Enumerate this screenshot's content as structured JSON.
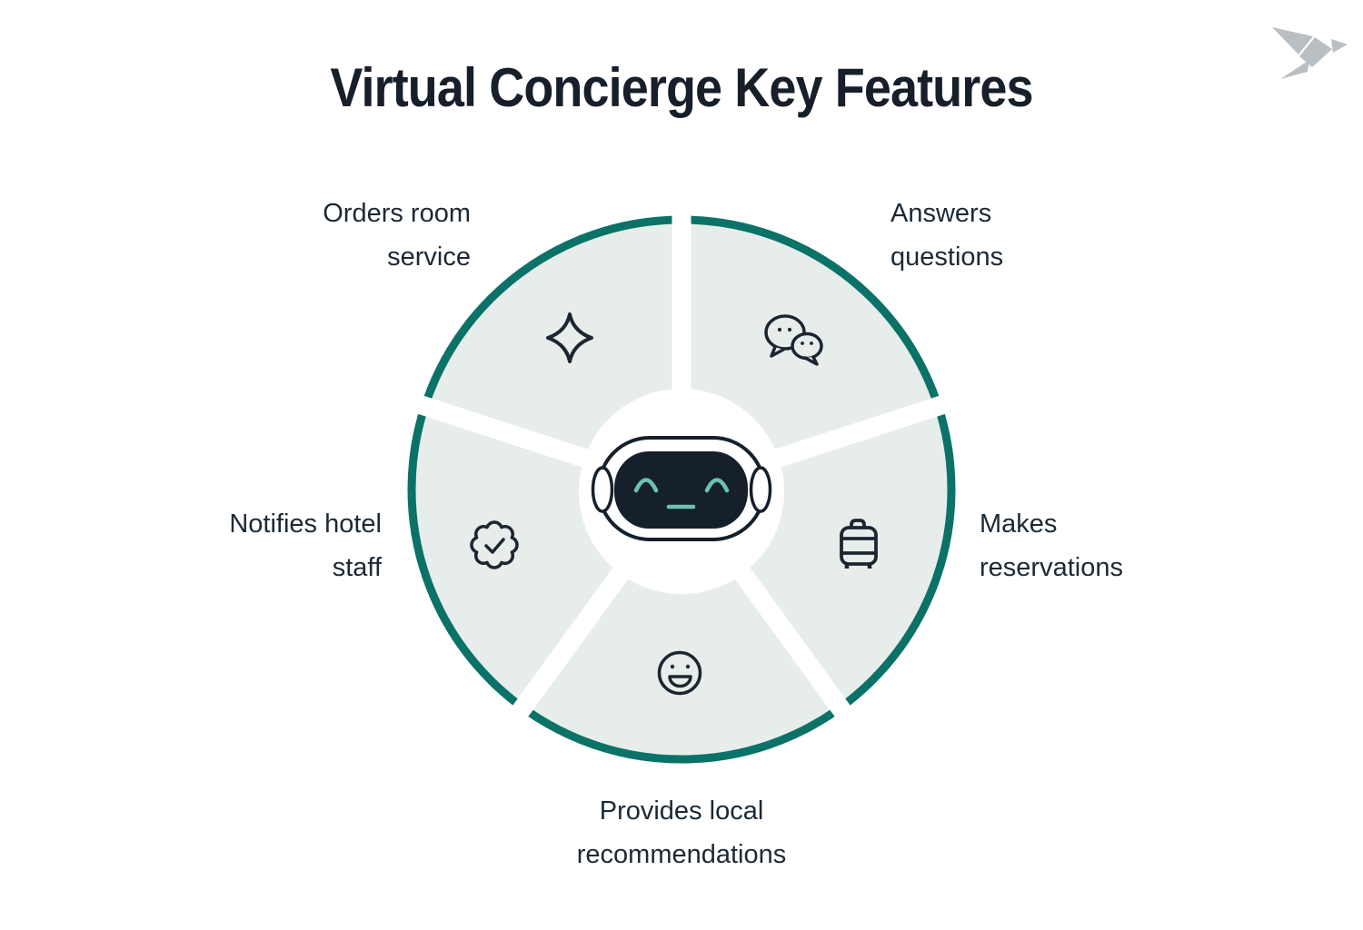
{
  "title": "Virtual Concierge Key Features",
  "logo": {
    "name": "origami-bird-logo"
  },
  "diagram": {
    "type": "circular-feature-wheel",
    "center": {
      "icon": "robot-face",
      "description": "virtual concierge robot head"
    },
    "segments": [
      {
        "id": "orders-room-service",
        "label": "Orders room\nservice",
        "icon": "sparkle-icon",
        "position": "top-left"
      },
      {
        "id": "answers-questions",
        "label": "Answers\nquestions",
        "icon": "chat-bubbles-icon",
        "position": "top-right"
      },
      {
        "id": "makes-reservations",
        "label": "Makes\nreservations",
        "icon": "suitcase-icon",
        "position": "right"
      },
      {
        "id": "provides-local-recommendations",
        "label": "Provides local\nrecommendations",
        "icon": "smiley-face-icon",
        "position": "bottom"
      },
      {
        "id": "notifies-hotel-staff",
        "label": "Notifies hotel\nstaff",
        "icon": "verified-badge-icon",
        "position": "left"
      }
    ],
    "colors": {
      "ring_teal": "#0B7268",
      "segment_fill": "#E7EDEB",
      "icon_stroke": "#1B2631",
      "label_text": "#1C2935",
      "title_text": "#161F2A",
      "robot_screen": "#15202B",
      "robot_accent": "#6FC0B3",
      "logo_gray": "#B9BFC3"
    }
  }
}
